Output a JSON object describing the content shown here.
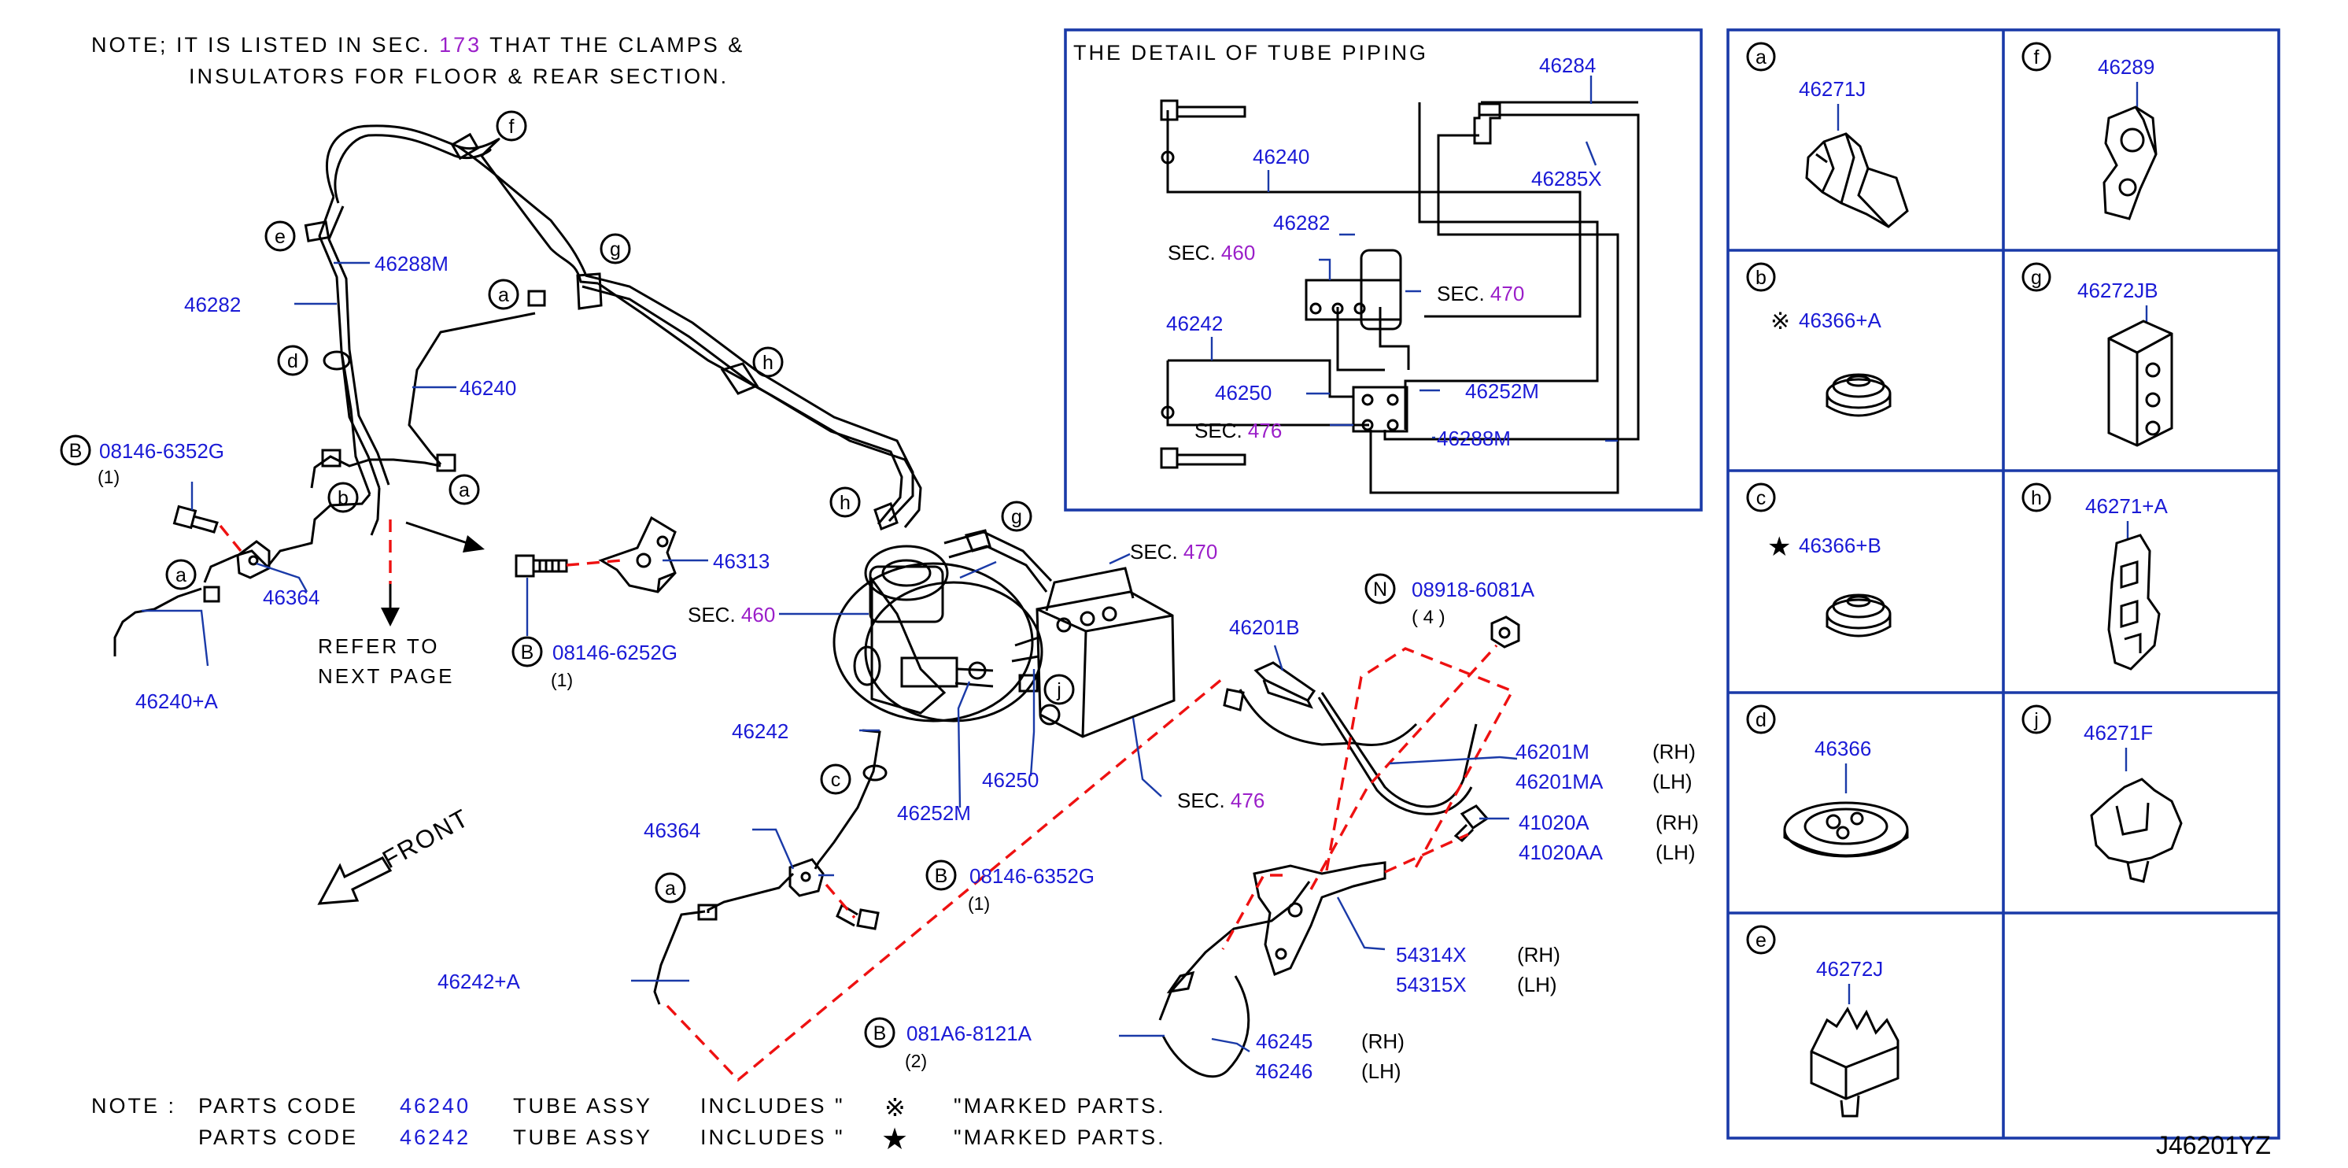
{
  "notes": {
    "top_line1_prefix": "NOTE; IT IS LISTED IN SEC.",
    "top_sec": "173",
    "top_line1_suffix": "THAT THE CLAMPS &",
    "top_line2": "INSULATORS FOR FLOOR & REAR SECTION.",
    "bottom_note": "NOTE :",
    "bottom_parts_code": "PARTS CODE",
    "bottom_code1": "46240",
    "bottom_code2": "46242",
    "bottom_tube_assy": "TUBE ASSY",
    "bottom_includes": "INCLUDES \"",
    "bottom_marked_parts": "\"MARKED PARTS."
  },
  "diagram_code": "J46201YZ",
  "inset": {
    "title": "THE DETAIL OF TUBE PIPING",
    "labels": {
      "p46284": "46284",
      "p46240": "46240",
      "p46285x": "46285X",
      "p46282": "46282",
      "sec": "SEC.",
      "sec460": "460",
      "sec470": "470",
      "sec476": "476",
      "p46242": "46242",
      "p46250": "46250",
      "p46252m": "46252M",
      "p46288m": "46288M"
    }
  },
  "main_labels": {
    "p46288m": "46288M",
    "p46282": "46282",
    "p46240": "46240",
    "bolt1": "08146-6352G",
    "bolt1_qty": "(1)",
    "p46364_a": "46364",
    "p46240a": "46240+A",
    "refer1": "REFER TO",
    "refer2": "NEXT PAGE",
    "p46313": "46313",
    "bolt2": "08146-6252G",
    "bolt2_qty": "(1)",
    "sec": "SEC.",
    "sec460": "460",
    "sec470": "470",
    "sec476": "476",
    "p46242": "46242",
    "p46250": "46250",
    "p46252m": "46252M",
    "p46364_b": "46364",
    "bolt3": "08146-6352G",
    "bolt3_qty": "(1)",
    "p46242a": "46242+A",
    "bolt4": "081A6-8121A",
    "bolt4_qty": "(2)",
    "front": "FRONT",
    "p46201b": "46201B",
    "nut": "08918-6081A",
    "nut_qty": "( 4 )",
    "p46201m": "46201M",
    "p46201ma": "46201MA",
    "p41020a": "41020A",
    "p41020aa": "41020AA",
    "p54314x": "54314X",
    "p54315x": "54315X",
    "p46245": "46245",
    "p46246": "46246",
    "rh": "(RH)",
    "lh": "(LH)"
  },
  "callout_letters": {
    "a": "a",
    "b": "b",
    "c": "c",
    "d": "d",
    "e": "e",
    "f": "f",
    "g": "g",
    "h": "h",
    "j": "j",
    "B": "B",
    "N": "N"
  },
  "clamp_table": [
    {
      "letter": "a",
      "part": "46271J"
    },
    {
      "letter": "f",
      "part": "46289"
    },
    {
      "letter": "b",
      "part": "46366+A",
      "mark": "※"
    },
    {
      "letter": "g",
      "part": "46272JB"
    },
    {
      "letter": "c",
      "part": "46366+B",
      "mark": "★"
    },
    {
      "letter": "h",
      "part": "46271+A"
    },
    {
      "letter": "d",
      "part": "46366"
    },
    {
      "letter": "j",
      "part": "46271F"
    },
    {
      "letter": "e",
      "part": "46272J"
    }
  ],
  "marks": {
    "kome": "※",
    "star": "★"
  },
  "colors": {
    "part_number": "#1a1ad6",
    "section_number": "#9b1fc9",
    "frame": "#1a3aa8",
    "dashed_link": "#e11111"
  }
}
